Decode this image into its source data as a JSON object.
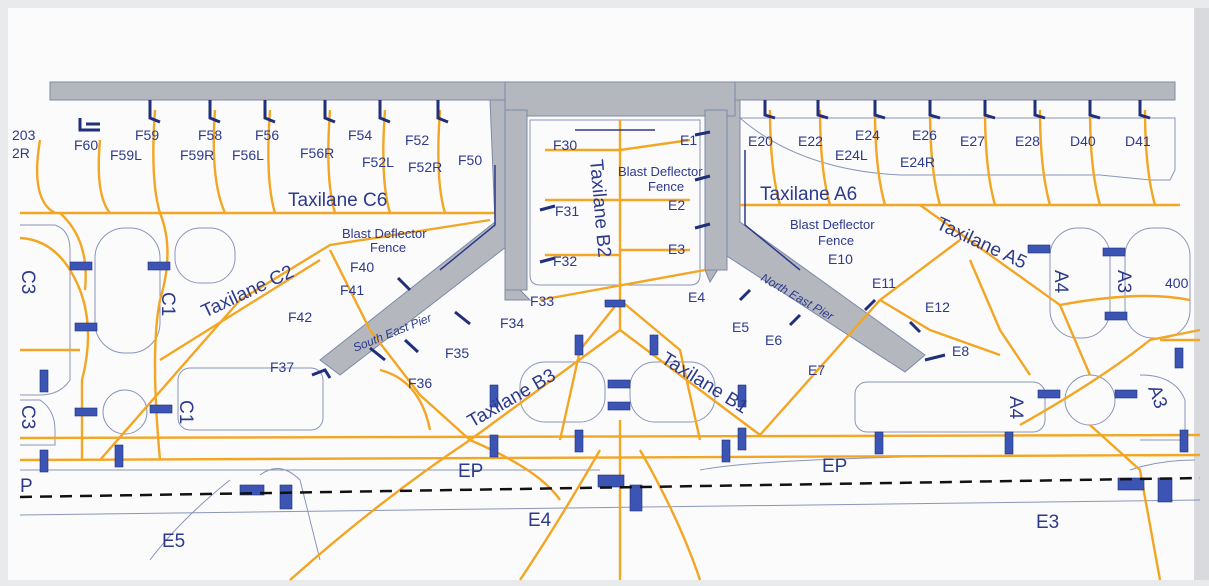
{
  "taxilanes": [
    {
      "id": "c6",
      "text": "Taxilane C6"
    },
    {
      "id": "c2",
      "text": "Taxilane C2"
    },
    {
      "id": "b2",
      "text": "Taxilane B2"
    },
    {
      "id": "b3",
      "text": "Taxilane B3"
    },
    {
      "id": "b1",
      "text": "Taxilane B1"
    },
    {
      "id": "a6",
      "text": "Taxilane A6"
    },
    {
      "id": "a5",
      "text": "Taxilane A5"
    }
  ],
  "piers": [
    {
      "id": "south-east",
      "text": "South East Pier"
    },
    {
      "id": "north-east",
      "text": "North East Pier"
    }
  ],
  "fences": [
    {
      "id": "fence-1",
      "line1": "Blast Deflector",
      "line2": "Fence"
    },
    {
      "id": "fence-2",
      "line1": "Blast Deflector",
      "line2": "Fence"
    },
    {
      "id": "fence-3",
      "line1": "Blast Deflector",
      "line2": "Fence"
    }
  ],
  "stands": [
    "203",
    "2R",
    "F60",
    "F59",
    "F59L",
    "F58",
    "F59R",
    "F56",
    "F56L",
    "F54",
    "F56R",
    "F52",
    "F52L",
    "F52R",
    "F50",
    "F40",
    "F41",
    "F42",
    "F37",
    "F36",
    "F35",
    "F34",
    "F33",
    "F32",
    "F31",
    "F30",
    "E1",
    "E2",
    "E3",
    "E4",
    "E5",
    "E6",
    "E7",
    "E8",
    "E10",
    "E11",
    "E12",
    "E20",
    "E22",
    "E24",
    "E24L",
    "E24R",
    "E26",
    "E27",
    "E28",
    "D40",
    "D41",
    "400"
  ],
  "taxiways": [
    "C3",
    "C1",
    "C3",
    "C1",
    "A4",
    "A3",
    "A4",
    "A3",
    "EP",
    "EP",
    "P",
    "E5",
    "E4",
    "E3"
  ]
}
